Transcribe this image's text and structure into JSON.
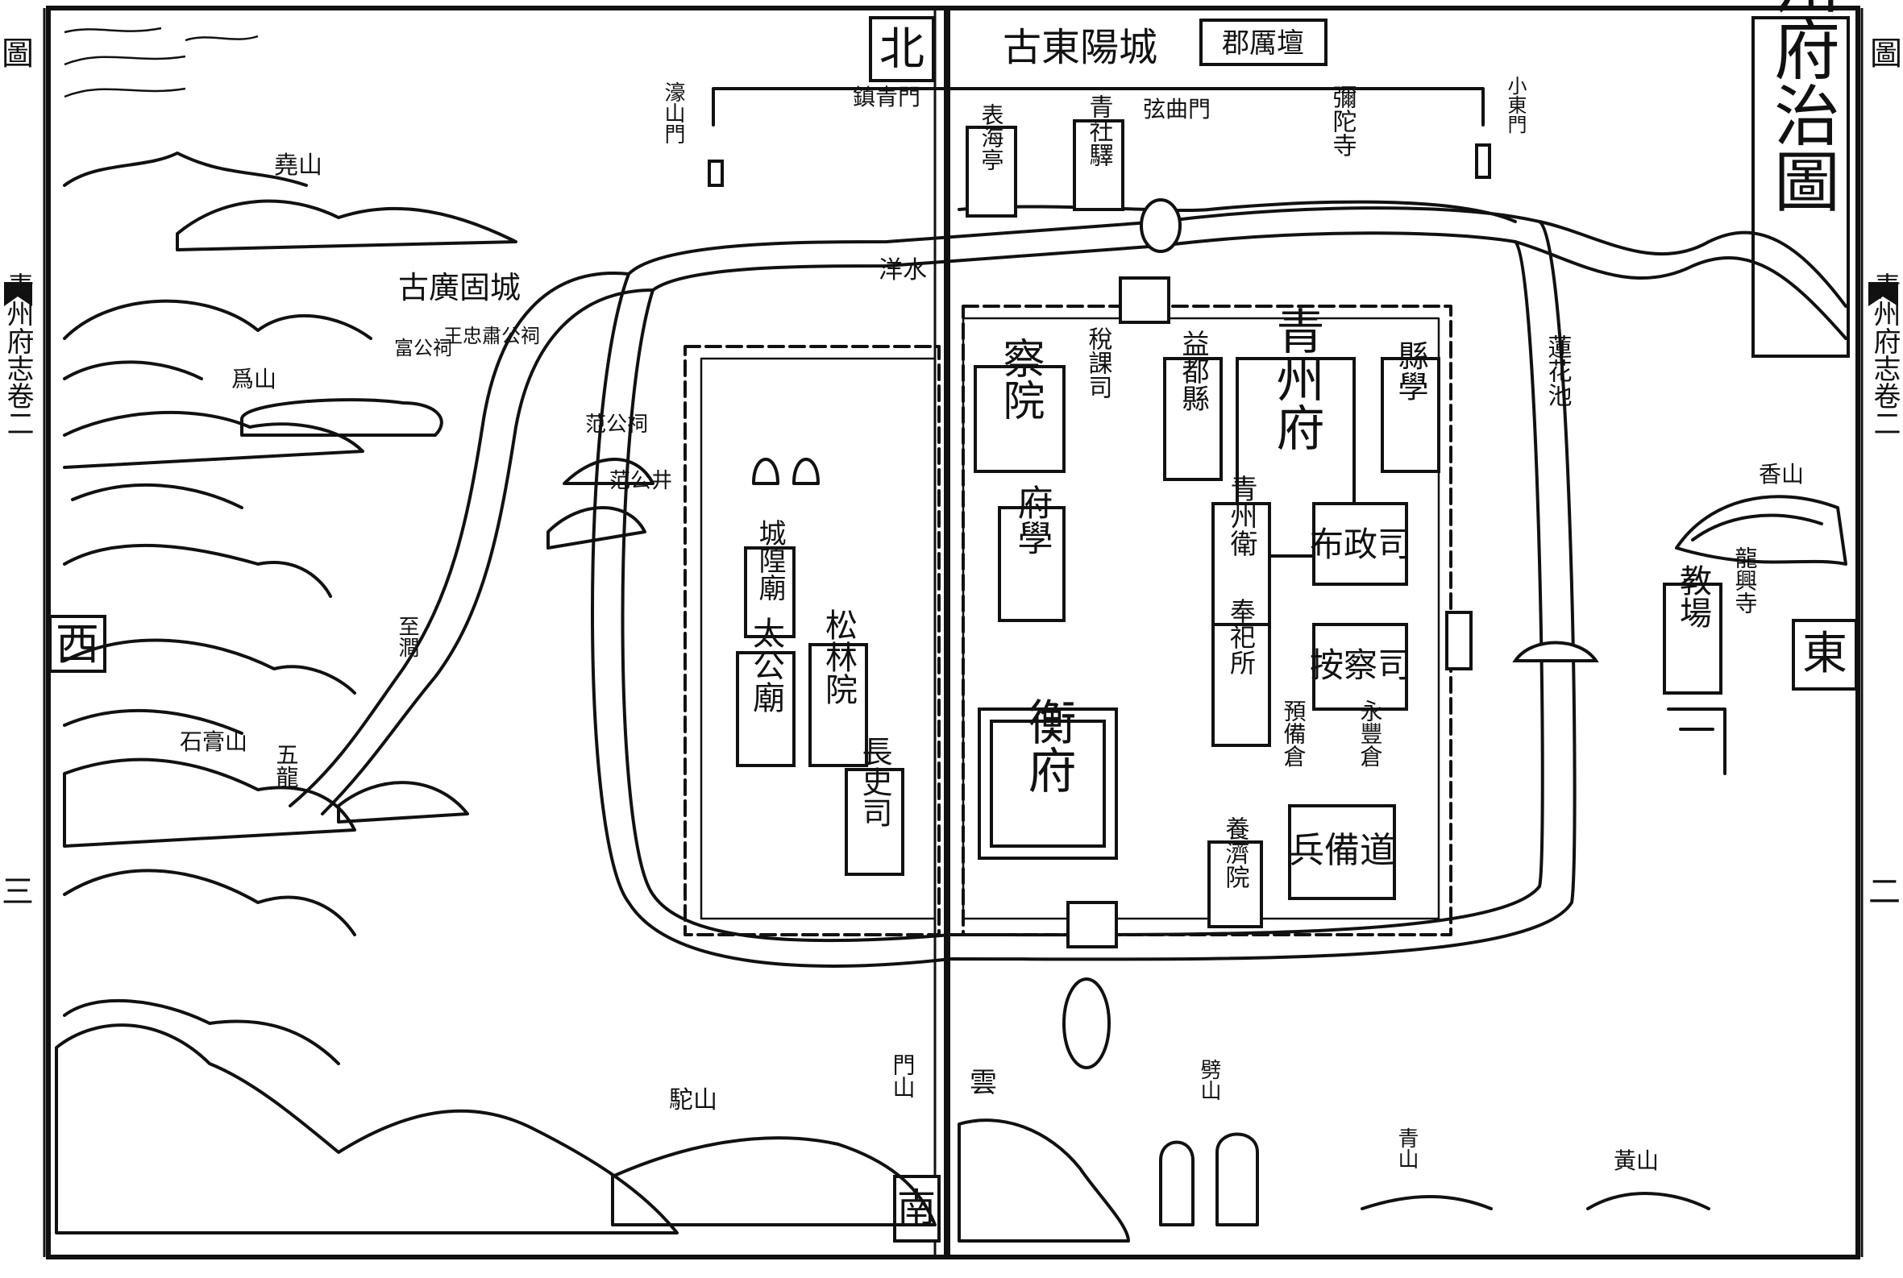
{
  "margin": {
    "left_tab": "圖",
    "left_side_title": "青州府志卷二",
    "left_page_number": "三",
    "right_tab": "圖",
    "right_side_title": "青州府志卷二",
    "right_page_number": "二"
  },
  "title": "青州府治圖",
  "header": {
    "north": "北",
    "old_city": "古東陽城",
    "district_plaque": "郡厲壇"
  },
  "directions": {
    "north": "北",
    "south": "南",
    "east": "東",
    "west": "西"
  },
  "gates_and_roads": {
    "hill_gate": "濠山門",
    "zhen_gate": "鎮青門",
    "qu_gate": "弦曲門",
    "small_east_gate": "小東門",
    "qian_gate": "門山"
  },
  "outside_north": {
    "haitang_pavilion": "表海亭",
    "qingshe": "青社驛",
    "mituo_temple": "彌陀寺",
    "yangshui": "洋水"
  },
  "city_buildings": {
    "inspection_court": "察院",
    "tax_office": "稅課司",
    "yidu_county": "益都縣",
    "prefecture": "青州府",
    "county_school": "縣學",
    "prefecture_school": "府學",
    "qingzhou_guard": "青州衛",
    "administration": "布政司",
    "surveillance": "按察司",
    "sacrifice_office": "奉祀所",
    "prep_granary": "預備倉",
    "grain_granary": "永豐倉",
    "guard_mansion": "衡府",
    "military_circuit": "兵備道",
    "jianfu_court": "養濟院",
    "city_god_temple": "城隍廟",
    "taigong_temple": "太公廟",
    "songlin_academy": "松林院",
    "changshi_office": "長史司"
  },
  "west_side": {
    "mt_yao": "堯山",
    "old_guanggu_city": "古廣固城",
    "dang_shrine": "富公祠",
    "wang_shrine": "王忠肅公祠",
    "mt_wei": "爲山",
    "fanzheng_shrine": "范公祠",
    "fanzheng_spring": "范公井",
    "zhijian": "至澗",
    "mt_shijian": "石膏山",
    "wulong": "五龍"
  },
  "east_side": {
    "lianhua_pond": "蓮花池",
    "mt_xiang": "香山",
    "jiaochang": "教場",
    "longxing_temple": "龍興寺"
  },
  "south_side": {
    "mt_tuo": "駝山",
    "mt_yun": "雲",
    "mt_jie": "劈山",
    "mt_qing": "青山",
    "mt_huang": "黃山",
    "mt_yun_full": "雲門山"
  }
}
